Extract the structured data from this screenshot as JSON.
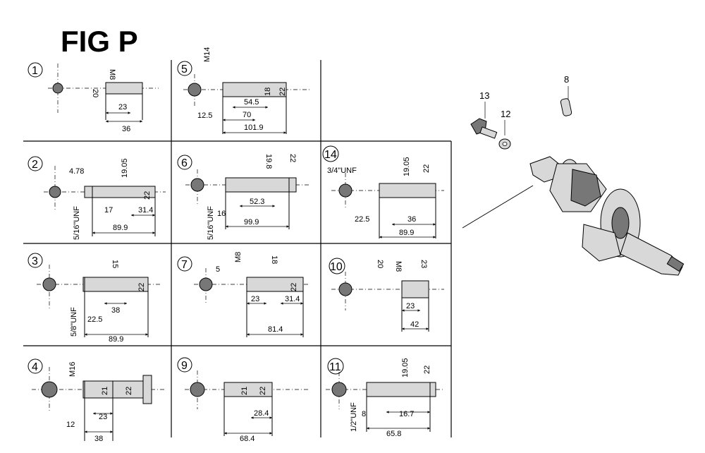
{
  "title": "FIG P",
  "cells": [
    {
      "id": "1",
      "labels": [
        "M8",
        "20",
        "23",
        "36"
      ]
    },
    {
      "id": "5",
      "labels": [
        "M14",
        "18",
        "22",
        "54.5",
        "12.5",
        "70",
        "101.9"
      ]
    },
    {
      "id": "2",
      "labels": [
        "4.78",
        "19.05",
        "22",
        "5/16\"UNF",
        "17",
        "31.4",
        "89.9"
      ]
    },
    {
      "id": "6",
      "labels": [
        "19.8",
        "22",
        "5/16\"UNF",
        "52.3",
        "16",
        "99.9"
      ]
    },
    {
      "id": "14",
      "labels": [
        "3/4\"UNF",
        "19.05",
        "22",
        "22.5",
        "36",
        "89.9"
      ]
    },
    {
      "id": "3",
      "labels": [
        "15",
        "22",
        "5/8\"UNF",
        "38",
        "22.5",
        "89.9"
      ]
    },
    {
      "id": "7",
      "labels": [
        "5",
        "M8",
        "18",
        "22",
        "23",
        "31.4",
        "81.4"
      ]
    },
    {
      "id": "10",
      "labels": [
        "20",
        "M8",
        "23",
        "23",
        "42"
      ]
    },
    {
      "id": "4",
      "labels": [
        "M16",
        "21",
        "22",
        "23",
        "12",
        "38"
      ]
    },
    {
      "id": "9",
      "labels": [
        "21",
        "22",
        "28.4",
        "68.4"
      ]
    },
    {
      "id": "11",
      "labels": [
        "19.05",
        "22",
        "1/2\"UNF",
        "8",
        "16.7",
        "65.8"
      ]
    }
  ],
  "callouts": [
    "13",
    "12",
    "8"
  ]
}
